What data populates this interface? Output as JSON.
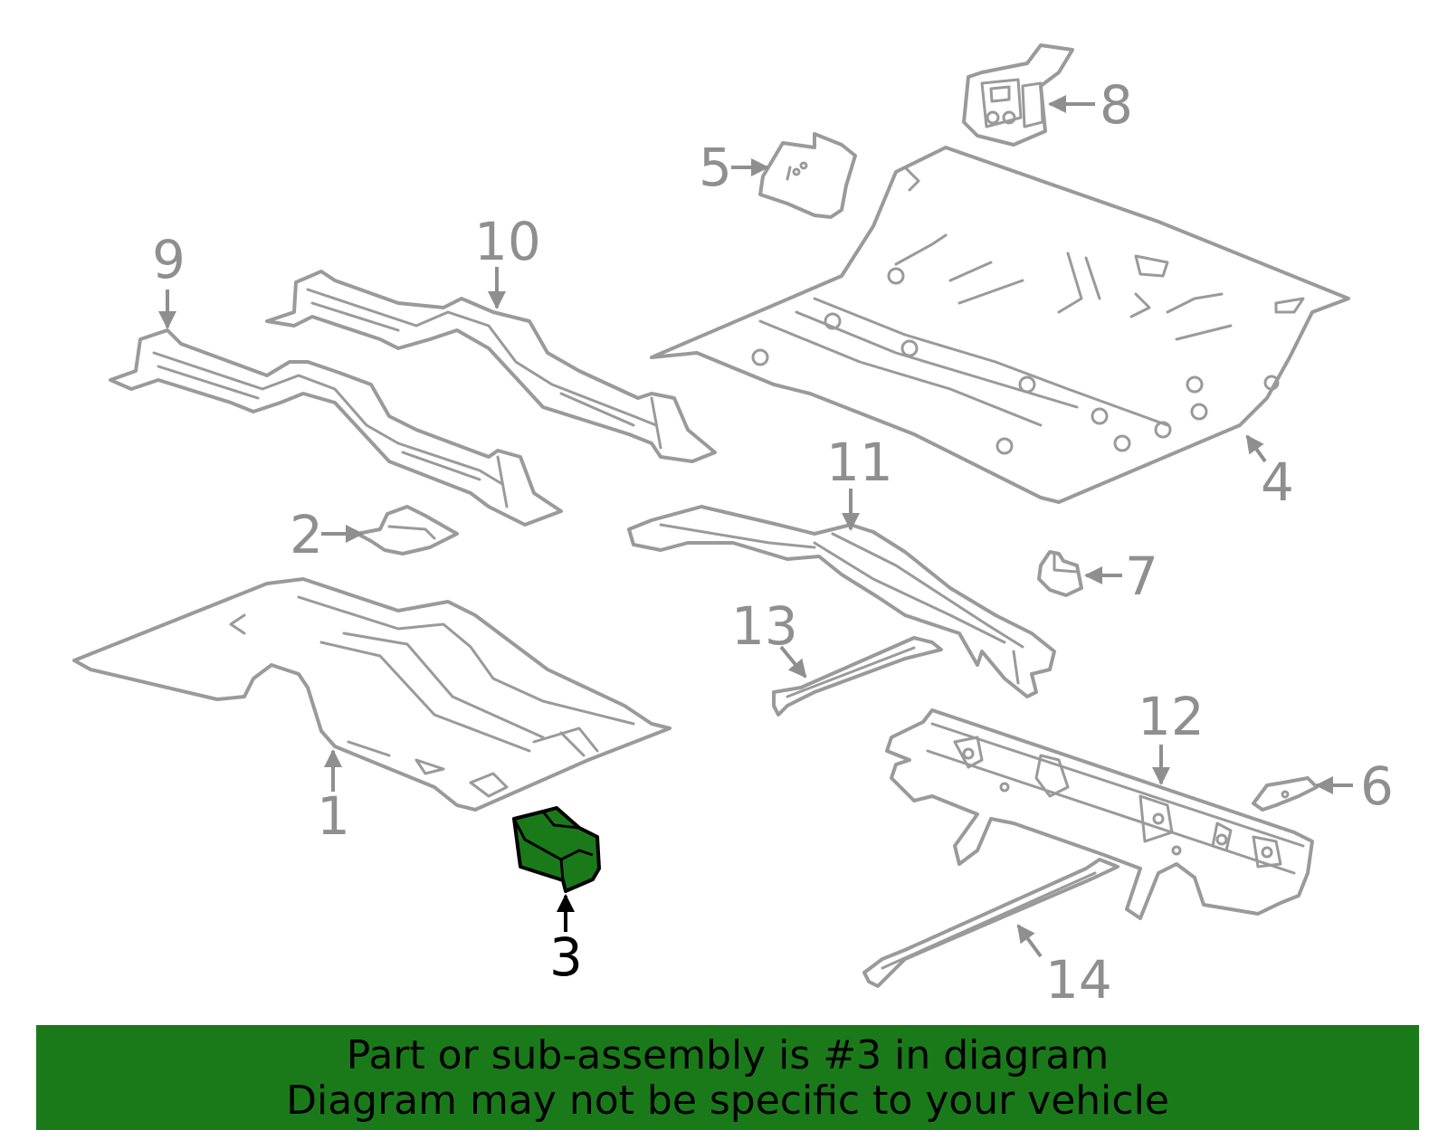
{
  "callouts": {
    "c1": "1",
    "c2": "2",
    "c3": "3",
    "c4": "4",
    "c5": "5",
    "c6": "6",
    "c7": "7",
    "c8": "8",
    "c9": "9",
    "c10": "10",
    "c11": "11",
    "c12": "12",
    "c13": "13",
    "c14": "14"
  },
  "highlight": {
    "part": "3",
    "color": "#1a7a1a"
  },
  "banner": {
    "line1": "Part or sub-assembly is #3 in diagram",
    "line2": "Diagram may not be specific to your vehicle"
  }
}
